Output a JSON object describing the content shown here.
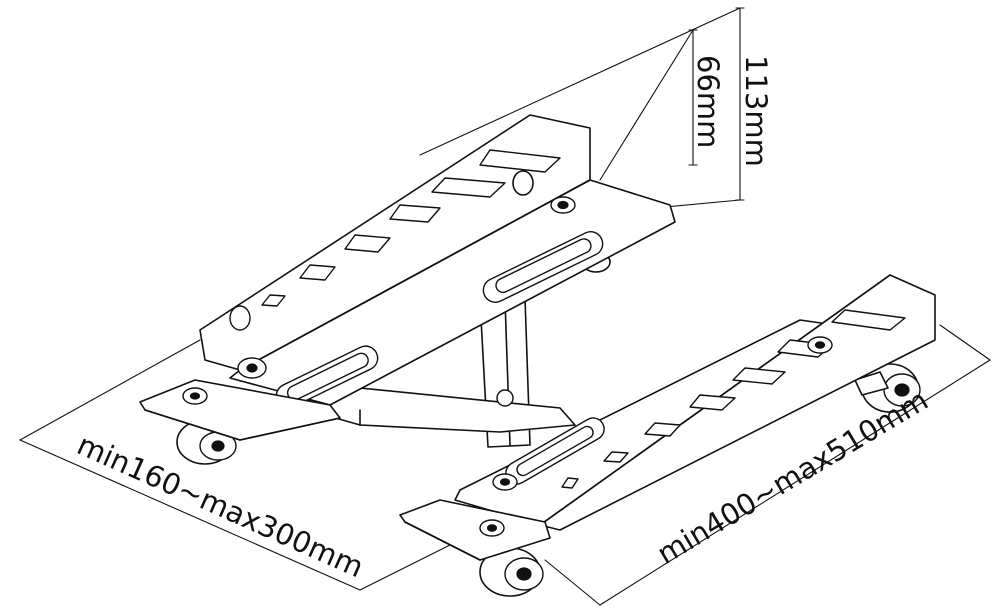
{
  "diagram": {
    "dimensions": {
      "height_total": "113mm",
      "height_min": "66mm",
      "width_range": "min160~max300mm",
      "length_range": "min400~max510mm"
    },
    "colors": {
      "line": "#111111",
      "background": "#ffffff"
    }
  }
}
